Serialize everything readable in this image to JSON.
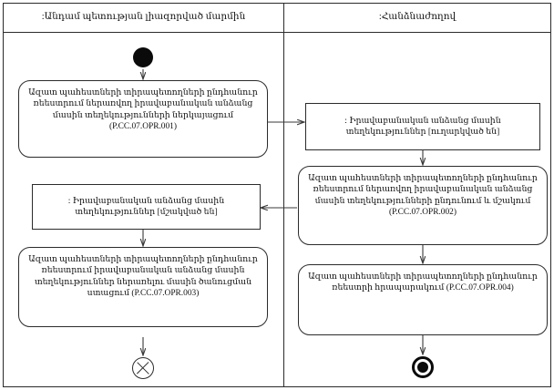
{
  "diagram": {
    "type": "uml-activity-diagram",
    "lanes": [
      {
        "id": "member-state",
        "title": ":Անդամ պետության լիազորված մարմին"
      },
      {
        "id": "commission",
        "title": ":Հանձնաժողով"
      }
    ],
    "nodes": {
      "initial": {
        "kind": "initial-node",
        "lane": "member-state"
      },
      "action_001": {
        "kind": "action",
        "lane": "member-state",
        "text": "Ազատ պահեստների տիրապետողների ընդհանուր ռեեստրում ներառվող  իրավաբանական անձանց մասին տեղեկությունների ներկայացում (P.CC.07.OPR.001)"
      },
      "object_sent": {
        "kind": "object-node",
        "lane": "commission",
        "text": ": Իրավաբանական անձանց մասին տեղեկություններ [ուղարկված են]"
      },
      "action_002": {
        "kind": "action",
        "lane": "commission",
        "text": "Ազատ պահեստների տիրապետողների ընդհանուր ռեեստրում ներառվող  իրավաբանական անձանց մասին տեղեկությունների ընդունում և մշակում (P.CC.07.OPR.002)"
      },
      "object_processed": {
        "kind": "object-node",
        "lane": "member-state",
        "text": ": Իրավաբանական անձանց մասին տեղեկություններ [մշակված են]"
      },
      "action_003": {
        "kind": "action",
        "lane": "member-state",
        "text": "Ազատ պահեստների տիրապետողների ընդհանուր ռեեստրում իրավաբանական անձանց մասին տեղեկություններ ներառելու մասին ծանուցման ստացում (P.CC.07.OPR.003)"
      },
      "action_004": {
        "kind": "action",
        "lane": "commission",
        "text": "Ազատ պահեստների տիրապետողների ընդհանուր ռեեստրի հրապարակում (P.CC.07.OPR.004)"
      },
      "flow_final": {
        "kind": "flow-final-node",
        "lane": "member-state"
      },
      "activity_final": {
        "kind": "activity-final-node",
        "lane": "commission"
      }
    },
    "edges": [
      {
        "from": "initial",
        "to": "action_001"
      },
      {
        "from": "action_001",
        "to": "object_sent"
      },
      {
        "from": "object_sent",
        "to": "action_002"
      },
      {
        "from": "action_002",
        "to": "object_processed"
      },
      {
        "from": "action_002",
        "to": "action_004"
      },
      {
        "from": "object_processed",
        "to": "action_003"
      },
      {
        "from": "action_003",
        "to": "flow_final"
      },
      {
        "from": "action_004",
        "to": "activity_final"
      }
    ],
    "colors": {
      "stroke": "#2b2b2b",
      "edge": "#3a3a3a",
      "fill": "#ffffff",
      "text": "#111111",
      "node_black": "#0a0a0a"
    }
  }
}
